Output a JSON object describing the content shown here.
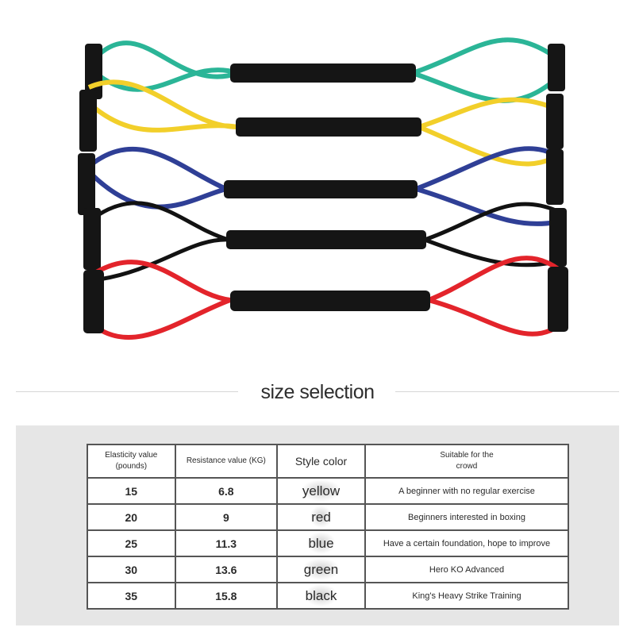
{
  "section_title": "size selection",
  "product": {
    "bands": [
      {
        "color_name": "green",
        "color": "#2bb597"
      },
      {
        "color_name": "yellow",
        "color": "#f2cf2a"
      },
      {
        "color_name": "blue",
        "color": "#2f3f96"
      },
      {
        "color_name": "black",
        "color": "#121212"
      },
      {
        "color_name": "red",
        "color": "#e3242b"
      }
    ]
  },
  "table": {
    "headers": {
      "elasticity": [
        "Elasticity value",
        "(pounds)"
      ],
      "resistance": "Resistance value (KG)",
      "style_color": "Style color",
      "suitable": [
        "Suitable for the",
        "crowd"
      ]
    },
    "rows": [
      {
        "pounds": "15",
        "kg": "6.8",
        "color": "yellow",
        "crowd": "A beginner with no regular exercise"
      },
      {
        "pounds": "20",
        "kg": "9",
        "color": "red",
        "crowd": "Beginners interested in boxing"
      },
      {
        "pounds": "25",
        "kg": "11.3",
        "color": "blue",
        "crowd": "Have a certain foundation, hope to improve"
      },
      {
        "pounds": "30",
        "kg": "13.6",
        "color": "green",
        "crowd": "Hero KO Advanced"
      },
      {
        "pounds": "35",
        "kg": "15.8",
        "color": "black",
        "crowd": "King's Heavy Strike Training"
      }
    ]
  }
}
